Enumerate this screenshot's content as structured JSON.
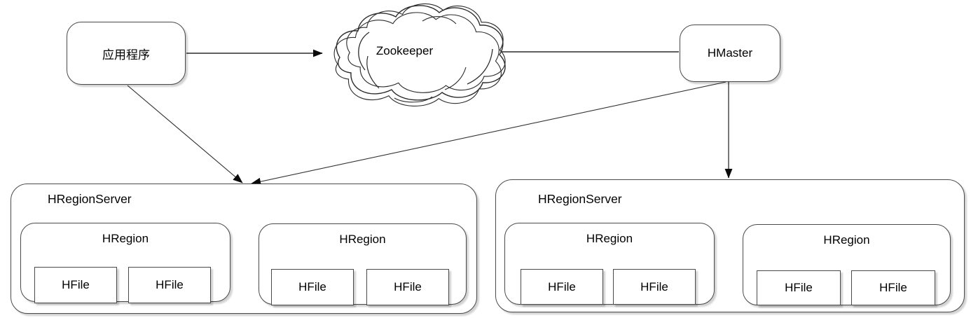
{
  "nodes": {
    "application": {
      "label": "应用程序"
    },
    "zookeeper": {
      "label": "Zookeeper"
    },
    "hmaster": {
      "label": "HMaster"
    }
  },
  "servers": [
    {
      "label": "HRegionServer",
      "regions": [
        {
          "label": "HRegion",
          "files": [
            {
              "label": "HFile"
            },
            {
              "label": "HFile"
            }
          ]
        },
        {
          "label": "HRegion",
          "files": [
            {
              "label": "HFile"
            },
            {
              "label": "HFile"
            }
          ]
        }
      ]
    },
    {
      "label": "HRegionServer",
      "regions": [
        {
          "label": "HRegion",
          "files": [
            {
              "label": "HFile"
            },
            {
              "label": "HFile"
            }
          ]
        },
        {
          "label": "HRegion",
          "files": [
            {
              "label": "HFile"
            },
            {
              "label": "HFile"
            }
          ]
        }
      ]
    }
  ],
  "edges": [
    {
      "from": "application",
      "to": "zookeeper"
    },
    {
      "from": "hmaster",
      "to": "zookeeper"
    },
    {
      "from": "application",
      "to": "hregionserver-1"
    },
    {
      "from": "hmaster",
      "to": "hregionserver-1"
    },
    {
      "from": "hmaster",
      "to": "hregionserver-2"
    }
  ],
  "colors": {
    "stroke": "#4a4a4a",
    "arrow_fill": "#0a0a0a",
    "node_fill": "#ffffff",
    "text": "#000000"
  }
}
